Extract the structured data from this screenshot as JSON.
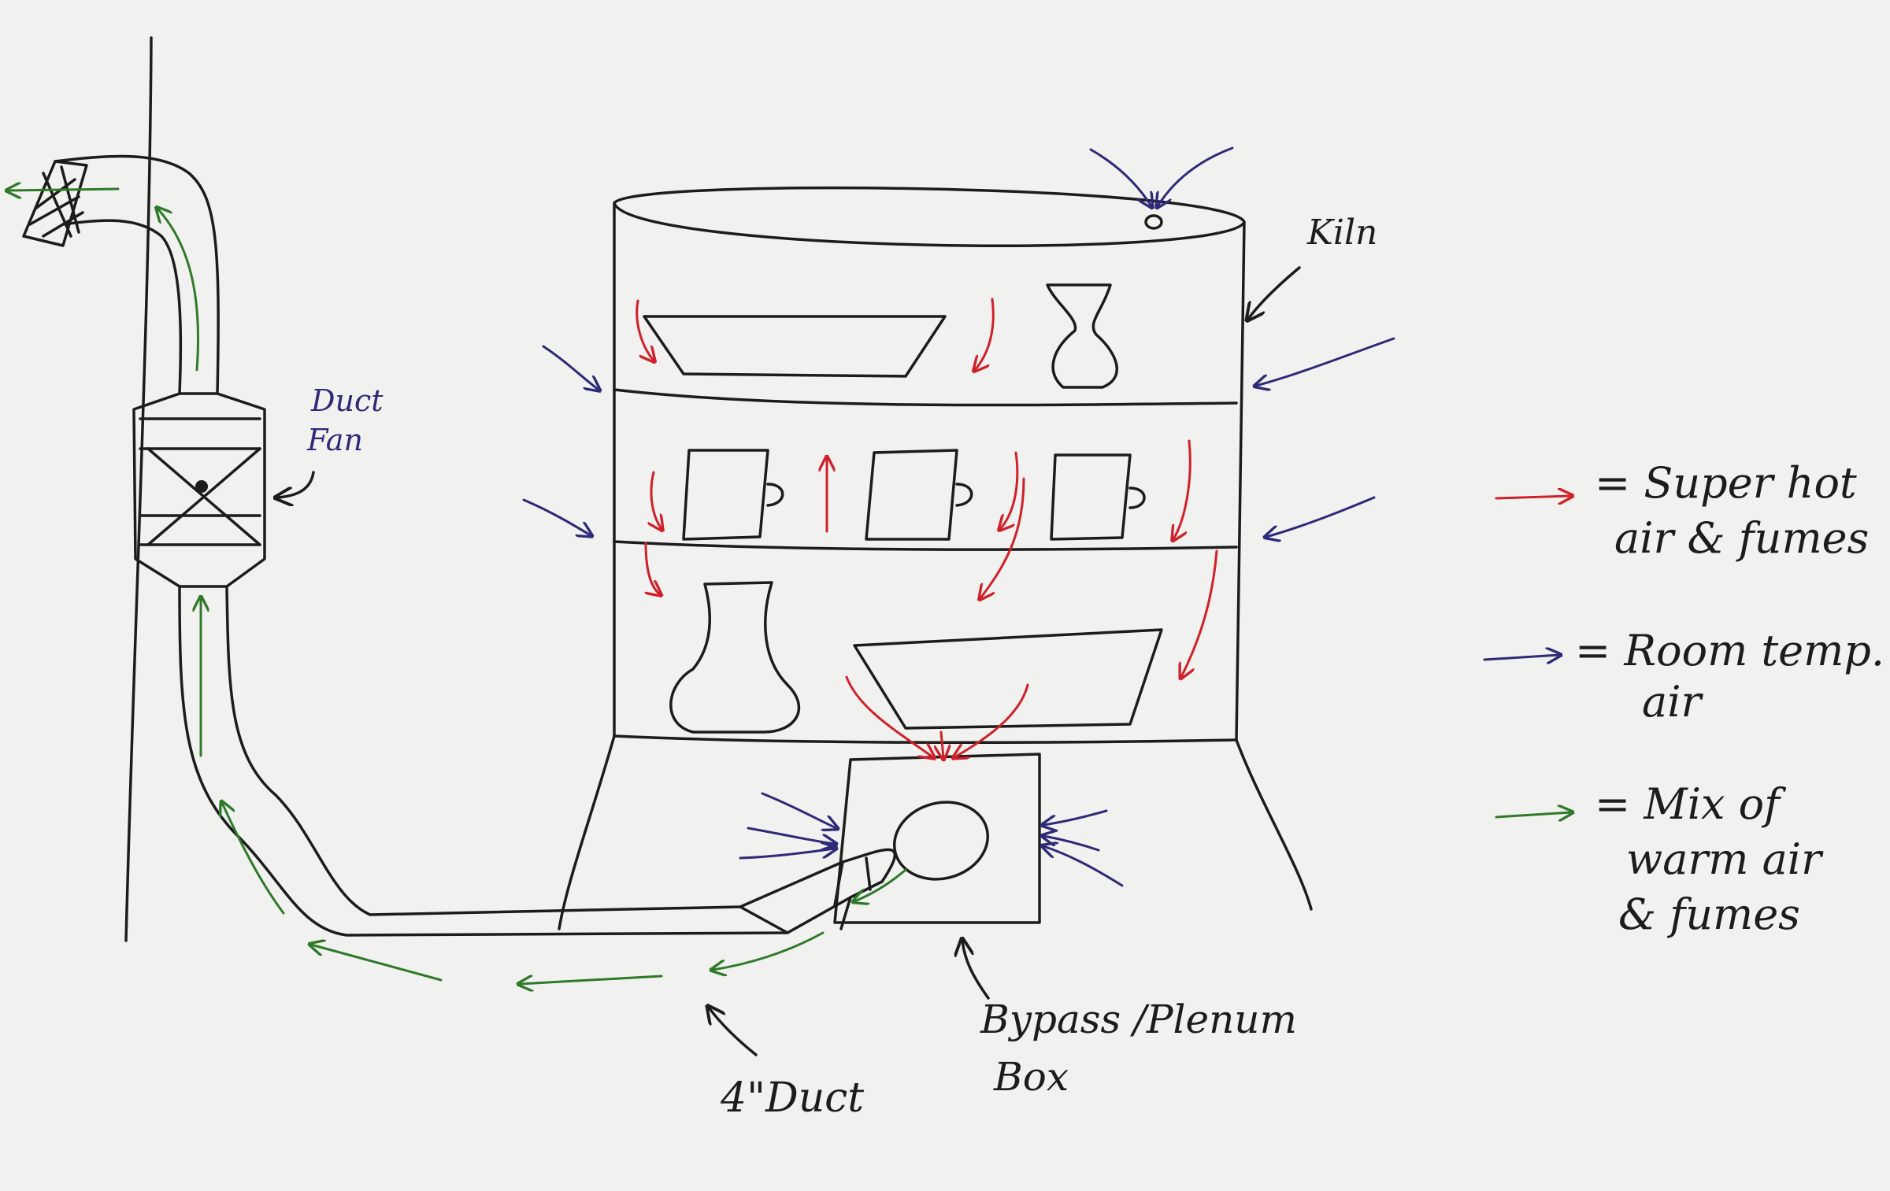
{
  "labels": {
    "kiln": "Kiln",
    "duct_fan": [
      "Duct",
      "Fan"
    ],
    "bypass_box": [
      "Bypass /Plenum",
      "Box"
    ],
    "duct": "4\"Duct"
  },
  "legend": [
    {
      "lines": [
        "= Super hot",
        "air & fumes"
      ],
      "color": "#d0202a",
      "icon": "red-arrow-icon"
    },
    {
      "lines": [
        "= Room temp.",
        "air"
      ],
      "color": "#2d2a78",
      "icon": "blue-arrow-icon"
    },
    {
      "lines": [
        "= Mix of",
        "warm air",
        "& fumes"
      ],
      "color": "#2e7a2a",
      "icon": "green-arrow-icon"
    }
  ],
  "colors": {
    "ink": "#1c1c1c",
    "hot_air": "#d0202a",
    "room_air": "#2d2a78",
    "mixed_air": "#2e7a2a",
    "paper": "#f1f1ef"
  }
}
